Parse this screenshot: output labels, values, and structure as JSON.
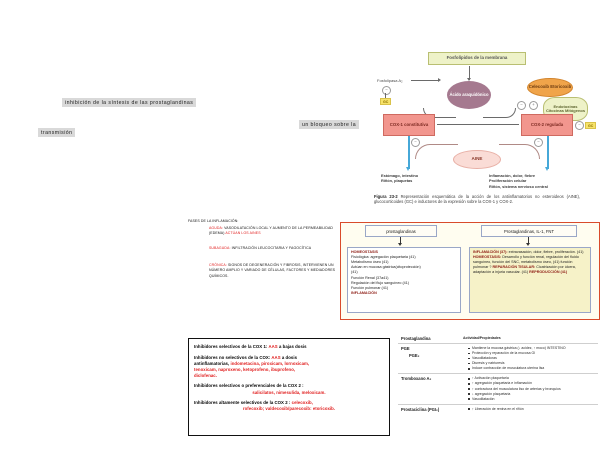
{
  "highlights": {
    "frag1": "inhibición de la síntesis de las prostaglandinas",
    "frag2": "transmisión",
    "frag3": "un bloqueo sobre la"
  },
  "figure": {
    "caption_label": "Figura 23-2",
    "caption_text": "Representación esquemática de la acción de los antiinflamatorios no esteroideos (AINE), glucocorticoides (GC) e inductores de la expresión sobre la COX-1 y COX-2.",
    "nodes": {
      "phospholipids": "Fosfolípidos de la membrana",
      "phospholipase": "Fosfolipasa A₂",
      "arachidonic": "Ácido araquidónico",
      "celecoxib": "Celecoxib Etoricoxib",
      "inducers": "Endotoxinas Citocinas Mitógenos",
      "cox1": "COX-1 constitutiva",
      "cox2": "COX-2 regulada",
      "nsaid": "AINE",
      "gc1": "GC",
      "gc2": "GC"
    },
    "outflow_left": "Estómago, intestino\nRiñón, plaquetas",
    "outflow_left_l1": "Estómago, intestino",
    "outflow_left_l2": "Riñón, plaquetas",
    "outflow_right_l1": "Inflamación, dolor, fiebre",
    "outflow_right_l2": "Proliferación celular",
    "outflow_right_l3": "Riñón, sistema nervioso central",
    "minus_sign": "−",
    "plus_sign": "+"
  },
  "inflammation_card": {
    "title": "FASES DE LA INFLAMACIÓN:",
    "phase1_label": "AGUDA:",
    "phase1_text": "VASODILATACIÓN LOCAL Y AUMENTO DE LA PERMEABILIDAD (EDEMA)",
    "phase1_red_tail": "ACTÚAN LOS AINES",
    "phase2_label": "SUBAGUDA:",
    "phase2_text": "INFILTRACIÓN LEUCOCITARIA Y FAGOCÍTICA",
    "phase3_label": "CRÓNICA:",
    "phase3_text_l1": "SIGNOS DE DEGENERACIÓN Y FIBROSIS,",
    "phase3_text_l2": "INTERVIENEN UN NÚMERO AMPLIO Y VARIADO DE",
    "phase3_text_l3": "CÉLULAS, FACTORES Y MEDIADORES QUÍMICOS."
  },
  "pg_panel": {
    "chip_left": "prostaglandinas",
    "chip_right": "Prostaglandinas, IL-1, FNT",
    "left_box": {
      "title": "HOMEOSTASIS",
      "lines": [
        "Fisiológica: agregación plaquetaria (41)",
        "Metabolismo óseo (41)",
        "Actúan en mucosa gástrica(citoprotección)",
        "(41)",
        "Función Renal (37a41)",
        "Regulación del flujo sanguíneo (41)",
        "Función pulmonar (41)"
      ],
      "footer": "INFLAMACIÓN"
    },
    "right_box": {
      "l1_bold": "INFLAMACIÓN (37):",
      "l1_text": "extravasación, dolor, fiebre, proliferación. (41)",
      "l2_bold": "HOMEOSTASIS:",
      "l2_text": "Desarrollo y función renal, regulación del fluido sanguíneo, función del SNC, metabolismo óseo, (41) función pulmonar ?",
      "l3_bold": "REPARACIÓN TISULAR:",
      "l3_text": "Cicatrización por úlcera, adaptación a injuria vascular. (41)",
      "l4_bold": "REPRODUCCIÓN (41)"
    }
  },
  "cox_box": {
    "groups": [
      {
        "head": "Inhibidores selectivos de la COX 1:",
        "head_red": "AAS",
        "head_tail": "a bajas dosis",
        "body": []
      },
      {
        "head": "Inhibidores no selectivos de la COX:",
        "head_red": "AAS",
        "head_tail": "a dosis",
        "body_l1_black": "antinflamatorias,",
        "body_l1_red": "indometacina, piroxicam, lornoxicam,",
        "body_l2_red": "tenoxicam, naproxeno, ketoprofeno, ibuprofeno,",
        "body_l3_red": "diclofenac."
      },
      {
        "head": "Inhibidores selectivos o preferenciales de la COX 2 :",
        "body_red": "salicilatos, nimesulida, meloxicam."
      },
      {
        "head": "Inhibidores altamente selectivos de la COX 2 :",
        "head_red": "celecoxib,",
        "body_red": "rofecoxib; valdecoxib/parecoxib: etoricoxib."
      }
    ]
  },
  "table": {
    "headers": [
      "Prostaglandina",
      "Actividad/Propiedades"
    ],
    "rows": [
      {
        "name": "PGE",
        "sub": "PGE₂",
        "items": [
          "Mantiene la mucosa gástrica (↓ acidez, ↑ moco) INTESTINO",
          "Protección y reparación de la mucosa GI",
          "Vasodilatadoras",
          "Diuresis y natriuresis",
          "Induce contracción de musculatura uterina lisa"
        ]
      },
      {
        "name": "Tromboxano A₂",
        "sub": "",
        "items": [
          "↑ Activación plaquetaria",
          "↑ agregación plaquetaria e inflamación",
          "↑ contractura del musculatura liso de arterias y bronquios",
          "↓ agregación plaquetaria",
          "Vasodilatación"
        ]
      },
      {
        "name": "Prostaciclina (PGI₂)",
        "sub": "",
        "items": [
          "↑ Liberación de renina en el riñón"
        ]
      }
    ]
  }
}
